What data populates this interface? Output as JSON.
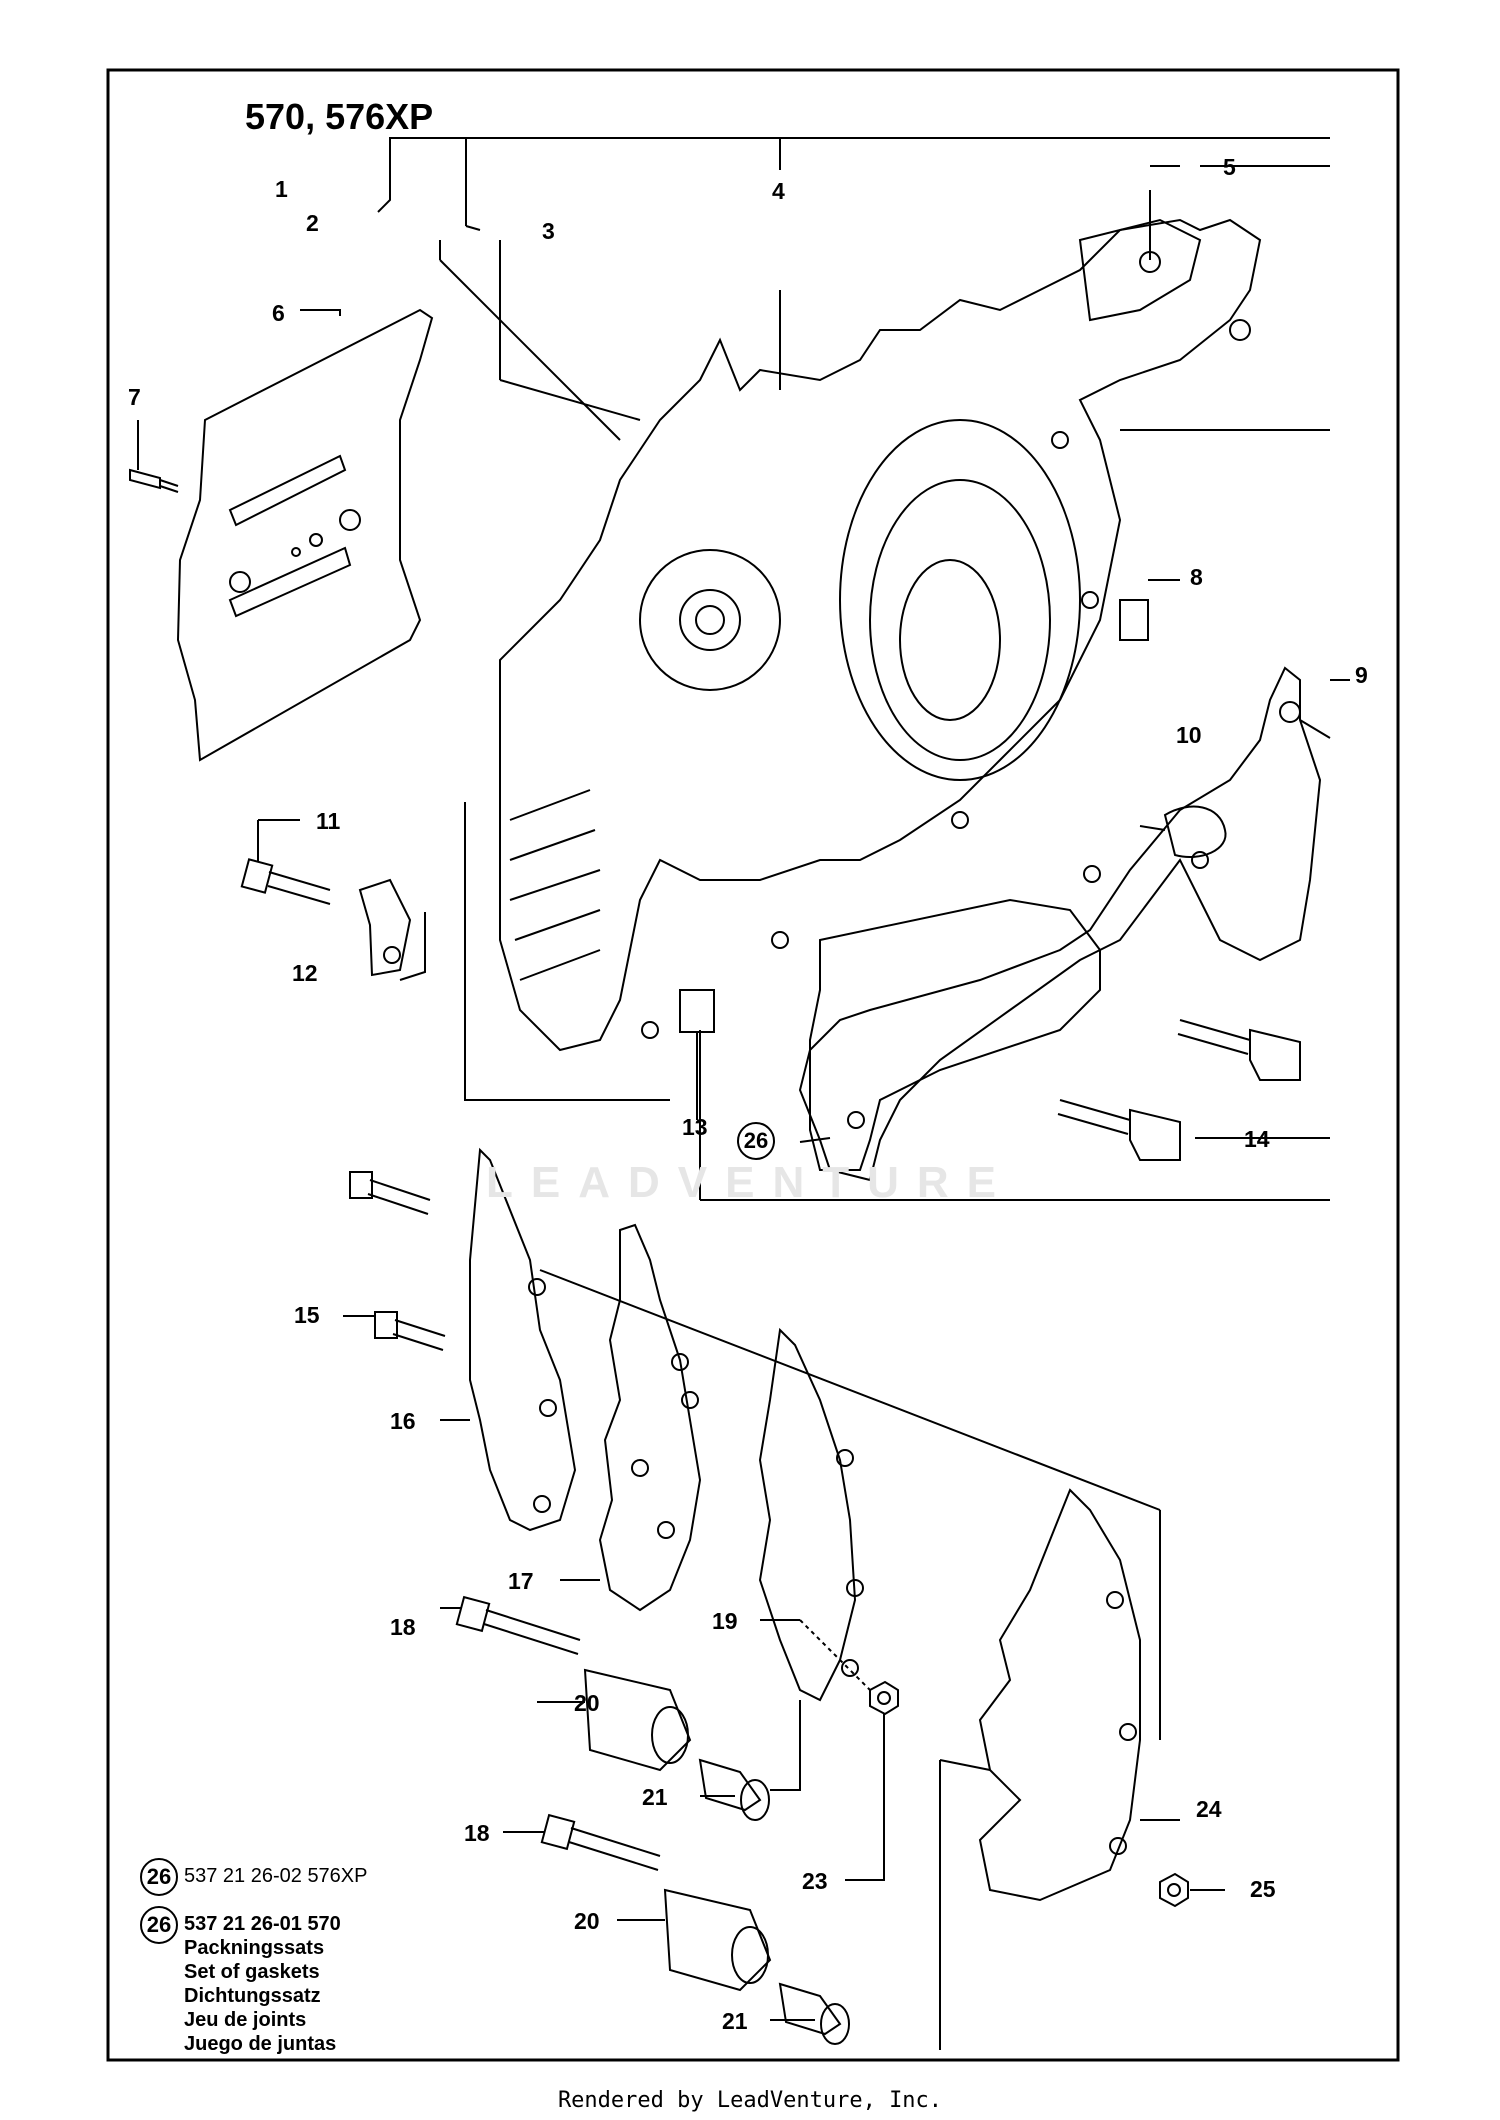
{
  "diagram": {
    "title": "570, 576XP",
    "watermark_text": "LEADVENTURE",
    "footer": "Rendered by LeadVenture, Inc.",
    "callouts": [
      "1",
      "2",
      "3",
      "4",
      "5",
      "6",
      "7",
      "8",
      "9",
      "10",
      "11",
      "12",
      "13",
      "14",
      "15",
      "16",
      "17",
      "18",
      "19",
      "20",
      "21",
      "23",
      "24",
      "25",
      "26"
    ],
    "callouts_repeat": {
      "18b": "18",
      "20b": "20",
      "21b": "21"
    },
    "kit": {
      "ref": "26",
      "line1": "537 21 26-02 576XP",
      "line2": "537 21 26-01 570",
      "names": [
        "Packningssats",
        "Set of gaskets",
        "Dichtungssatz",
        "Jeu de joints",
        "Juego de juntas"
      ]
    }
  }
}
